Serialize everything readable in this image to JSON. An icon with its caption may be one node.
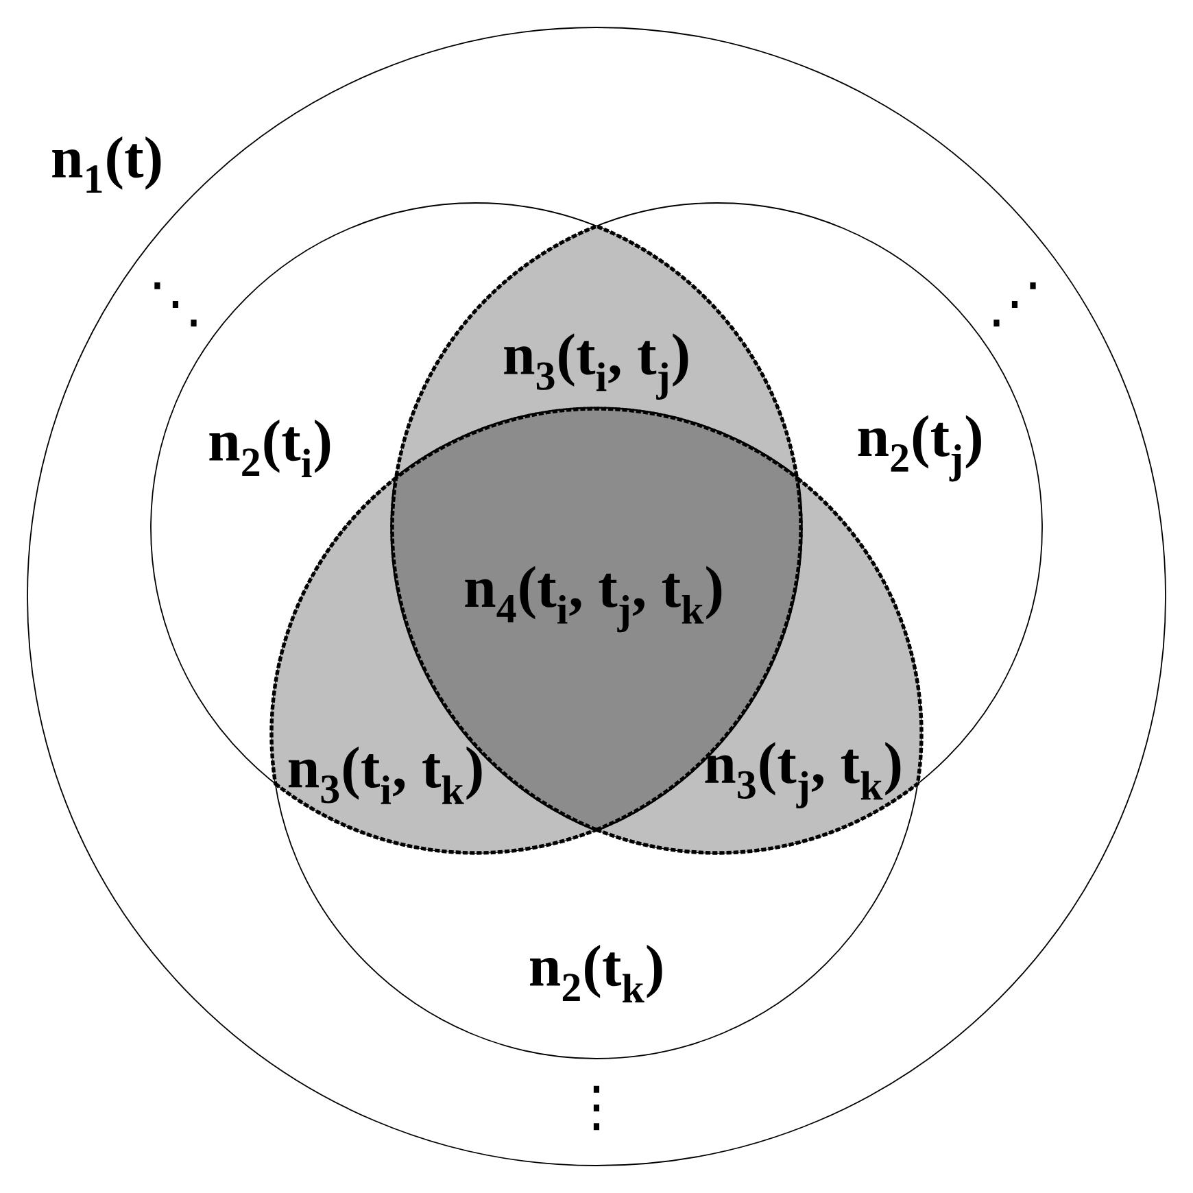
{
  "diagram": {
    "nodes": [
      {
        "text": [
          "n$_{1}$(t)"
        ]
      },
      {
        "text": [
          "n$_{2}$(t$_{i}$)"
        ],
        "in": 0
      },
      {
        "text": [
          "n$_{2}$(t$_{j}$)"
        ],
        "in": 0
      },
      {
        "text": [
          "n$_{2}$(t$_{k}$)"
        ],
        "in": 0
      },
      {
        "text": [
          "n$_{3}$(t$_{i}$, t$_{j}$)"
        ]
      },
      {
        "text": [
          "n$_{4}$(t$_{i}$, t$_{j}$, t$_{k}$)"
        ]
      },
      {
        "text": [
          "n$_{3}$(t$_{i}$, t$_{k}$)"
        ]
      },
      {
        "text": [
          "n$_{3}$(t$_{j}$, t$_{k}$)"
        ]
      }
    ],
    "labels": [
      "⋱",
      "⋰",
      "⋮"
    ]
  }
}
